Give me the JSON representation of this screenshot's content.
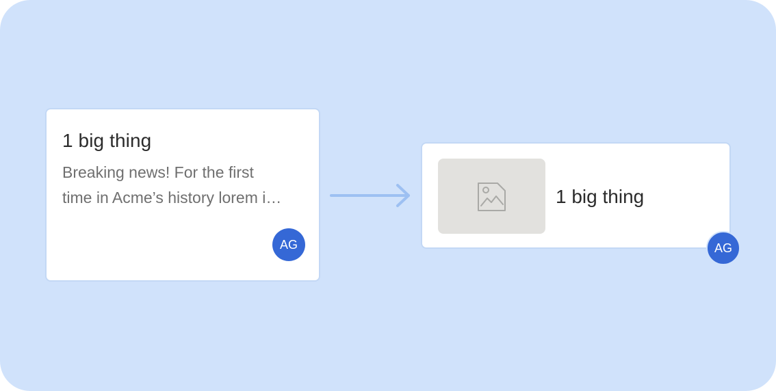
{
  "source_card": {
    "title": "1 big thing",
    "body": "Breaking news! For the first\ntime in Acme’s history lorem i…",
    "avatar_initials": "AG"
  },
  "arrow": {
    "icon": "right-arrow-icon",
    "color": "#9dc0f2"
  },
  "target_card": {
    "title": "1 big thing",
    "thumbnail_icon": "image-placeholder-icon",
    "avatar_initials": "AG"
  },
  "colors": {
    "background": "#d0e2fb",
    "avatar": "#3568d6",
    "thumbnail": "#e2e1de"
  }
}
